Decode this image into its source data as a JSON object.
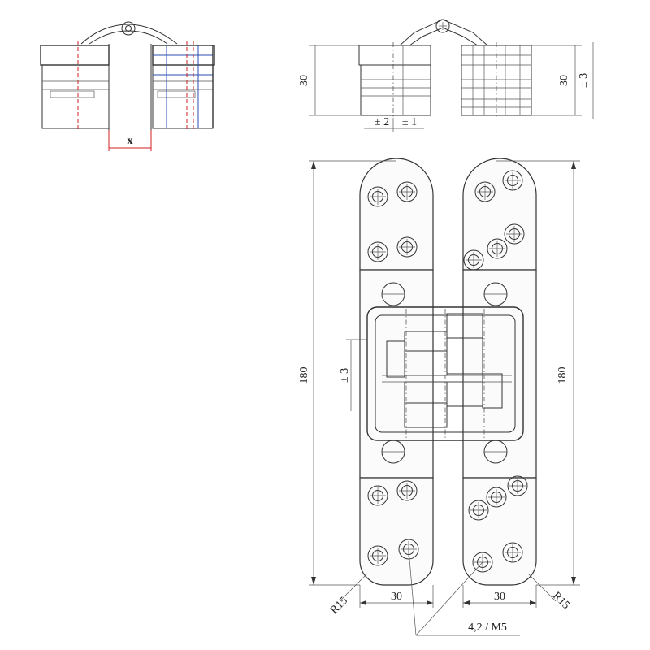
{
  "top_left": {
    "gap_label": "x"
  },
  "side_view": {
    "height_left": "30",
    "height_right": "30",
    "adj_right": "± 3",
    "adj_left": "± 2",
    "adj_mid": "± 1"
  },
  "front_view": {
    "length_left": "180",
    "length_right": "180",
    "adj_vertical": "± 3",
    "radius_left": "R15",
    "radius_right": "R15",
    "width_left": "30",
    "width_right": "30",
    "screw_label": "4,2 / M5"
  },
  "colors": {
    "axis": "#d02020",
    "construction": "#2a4fb0",
    "line": "#333333"
  }
}
